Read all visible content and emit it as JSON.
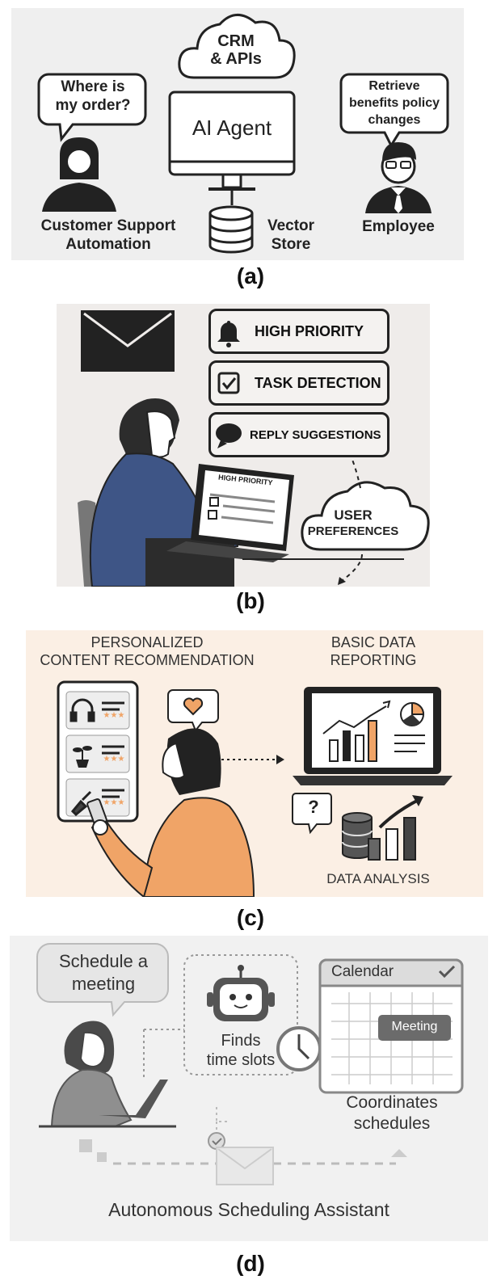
{
  "panel_a": {
    "bubble_customer": [
      "Where is",
      "my order?"
    ],
    "cloud": [
      "CRM",
      "& APIs"
    ],
    "agent_label": "AI Agent",
    "bubble_employee": [
      "Retrieve",
      "benefits policy",
      "changes"
    ],
    "label_customer": [
      "Customer Support",
      "Automation"
    ],
    "label_store": [
      "Vector",
      "Store"
    ],
    "label_employee": "Employee",
    "caption": "(a)"
  },
  "panel_b": {
    "high_priority": "HIGH PRIORITY",
    "task_detection": "TASK DETECTION",
    "reply_suggestions": "REPLY SUGGESTIONS",
    "laptop_heading": "HIGH PRIORITY",
    "cloud": [
      "USER",
      "PREFERENCES"
    ],
    "caption": "(b)"
  },
  "panel_c": {
    "left_title": [
      "PERSONALIZED",
      "CONTENT RECOMMENDATION"
    ],
    "right_title": [
      "BASIC DATA",
      "REPORTING"
    ],
    "stars": "★★★",
    "question": "?",
    "data_analysis": "DATA ANALYSIS",
    "accent": "#f0a467",
    "caption": "(c)"
  },
  "panel_d": {
    "bubble": [
      "Schedule a",
      "meeting"
    ],
    "calendar_title": "Calendar",
    "meeting_label": "Meeting",
    "finds": [
      "Finds",
      "time slots"
    ],
    "coordinates": [
      "Coordinates",
      "schedules"
    ],
    "footer": "Autonomous Scheduling Assistant",
    "caption": "(d)"
  }
}
